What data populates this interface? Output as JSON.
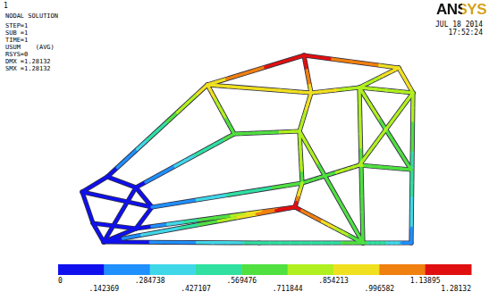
{
  "diagram": {
    "labels": [
      "1",
      "NODAL SOLUTION",
      "STEP=1",
      "SUB =1",
      "TIME=1",
      "USUM    (AVG)",
      "RSYS=0",
      "DMX =1.28132",
      "SMX =1.28132",
      "ANSYS",
      "JUL 18 2014",
      "17:52:24",
      "0",
      ".284738",
      ".569476",
      ".854213",
      "1.13895",
      ".142369",
      ".427107",
      ".711844",
      ".996582",
      "1.28132"
    ]
  }
}
